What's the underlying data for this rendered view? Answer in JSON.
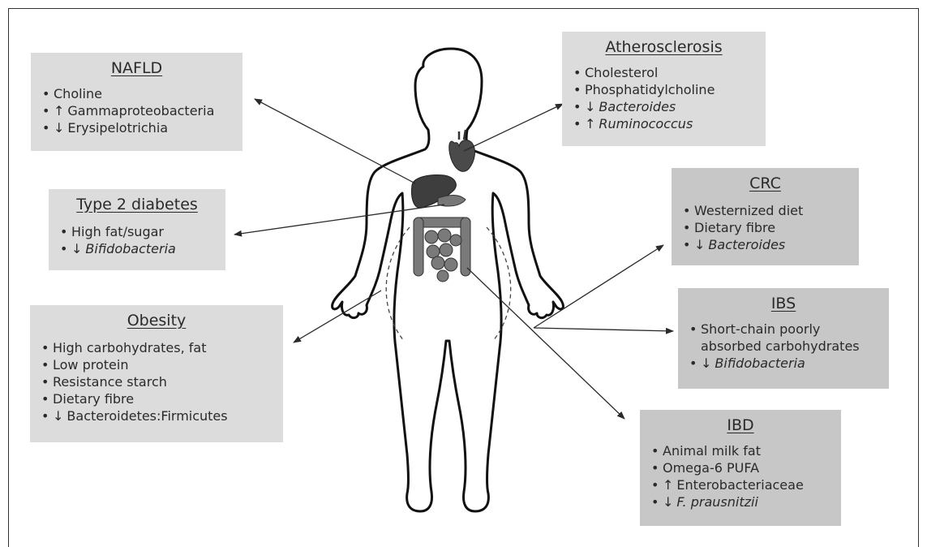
{
  "boxes": {
    "nafld": {
      "title": "NAFLD",
      "items": [
        {
          "prefix": "",
          "text": "Choline",
          "italic": false
        },
        {
          "prefix": "↑",
          "text": "Gammaproteobacteria",
          "italic": false
        },
        {
          "prefix": "↓",
          "text": "Erysipelotrichia",
          "italic": false
        }
      ]
    },
    "type2": {
      "title": "Type 2 diabetes",
      "items": [
        {
          "prefix": "",
          "text": "High fat/sugar",
          "italic": false
        },
        {
          "prefix": "↓",
          "text": "Bifidobacteria",
          "italic": true
        }
      ]
    },
    "obesity": {
      "title": "Obesity",
      "items": [
        {
          "prefix": "",
          "text": "High carbohydrates, fat",
          "italic": false
        },
        {
          "prefix": "",
          "text": "Low protein",
          "italic": false
        },
        {
          "prefix": "",
          "text": "Resistance starch",
          "italic": false
        },
        {
          "prefix": "",
          "text": "Dietary fibre",
          "italic": false
        },
        {
          "prefix": "↓",
          "text": "Bacteroidetes:Firmicutes",
          "italic": false
        }
      ]
    },
    "athero": {
      "title": "Atherosclerosis",
      "items": [
        {
          "prefix": "",
          "text": "Cholesterol",
          "italic": false
        },
        {
          "prefix": "",
          "text": "Phosphatidylcholine",
          "italic": false
        },
        {
          "prefix": "↓",
          "text": "Bacteroides",
          "italic": true
        },
        {
          "prefix": "↑",
          "text": "Ruminococcus",
          "italic": true
        }
      ]
    },
    "crc": {
      "title": "CRC",
      "items": [
        {
          "prefix": "",
          "text": "Westernized diet",
          "italic": false
        },
        {
          "prefix": "",
          "text": "Dietary fibre",
          "italic": false
        },
        {
          "prefix": "↓",
          "text": "Bacteroides",
          "italic": true
        }
      ]
    },
    "ibs": {
      "title": "IBS",
      "items": [
        {
          "prefix": "",
          "text": "Short-chain poorly",
          "italic": false,
          "cont": "absorbed carbohydrates"
        },
        {
          "prefix": "↓",
          "text": "Bifidobacteria",
          "italic": true
        }
      ]
    },
    "ibd": {
      "title": "IBD",
      "items": [
        {
          "prefix": "",
          "text": "Animal milk fat",
          "italic": false
        },
        {
          "prefix": "",
          "text": "Omega-6 PUFA",
          "italic": false
        },
        {
          "prefix": "↑",
          "text": "Enterobacteriaceae",
          "italic": false
        },
        {
          "prefix": "↓",
          "text": "F. prausnitzii",
          "italic": true
        }
      ]
    }
  },
  "colors": {
    "box_light": "#dcdcdc",
    "box_mid": "#c7c7c7",
    "line": "#2a2a2a"
  }
}
